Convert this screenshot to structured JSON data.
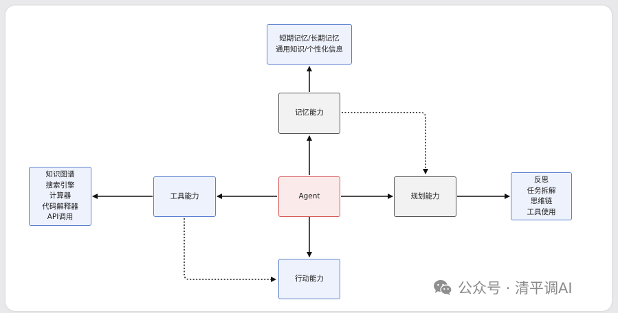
{
  "nodes": {
    "memory_store": {
      "line1": "短期记忆/长期记忆",
      "line2": "通用知识/个性化信息"
    },
    "memory": {
      "label": "记忆能力"
    },
    "agent": {
      "label": "Agent"
    },
    "planning": {
      "label": "规划能力"
    },
    "planning_detail": {
      "items": [
        "反思",
        "任务拆解",
        "思维链",
        "工具使用"
      ]
    },
    "tool": {
      "label": "工具能力"
    },
    "tool_detail": {
      "items": [
        "知识图谱",
        "搜索引擎",
        "计算器",
        "代码解释器",
        "API调用"
      ]
    },
    "action": {
      "label": "行动能力"
    }
  },
  "watermark": {
    "icon": "wechat-icon",
    "text": "公众号 · 清平调AI"
  },
  "colors": {
    "blue_border": "#5b7fcf",
    "blue_fill": "#eef2fc",
    "gray_border": "#555555",
    "gray_fill": "#f2f2f2",
    "red_border": "#d65a5a",
    "red_fill": "#fbeaea"
  }
}
